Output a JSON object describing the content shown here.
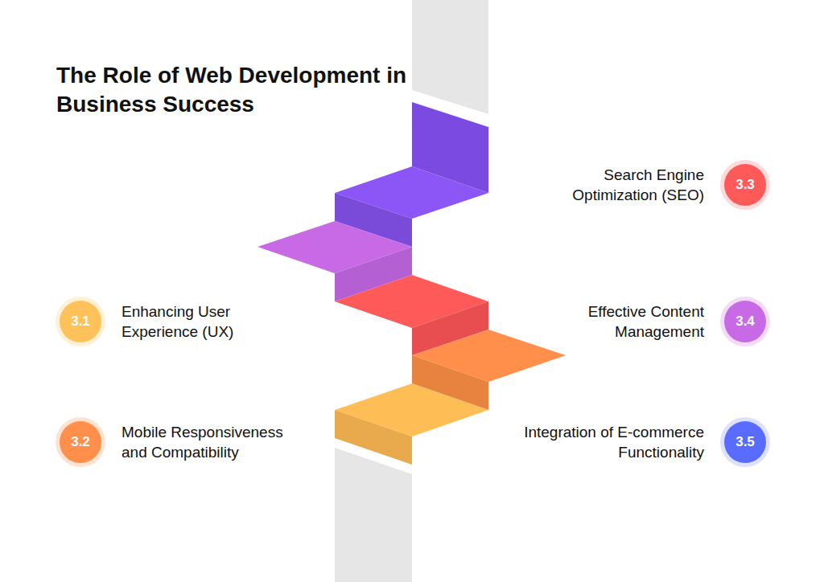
{
  "diagram": {
    "title": "The Role of Web Development in Business Success",
    "nodes": [
      {
        "text": [
          "3.1",
          "Enhancing User Experience (UX)"
        ]
      },
      {
        "text": [
          "3.2",
          "Mobile Responsiveness and Compatibility"
        ]
      },
      {
        "text": [
          "3.3",
          "Search Engine Optimization (SEO)"
        ]
      },
      {
        "text": [
          "3.4",
          "Effective Content Management"
        ]
      },
      {
        "text": [
          "3.5",
          "Integration of E-commerce Functionality"
        ]
      }
    ]
  }
}
